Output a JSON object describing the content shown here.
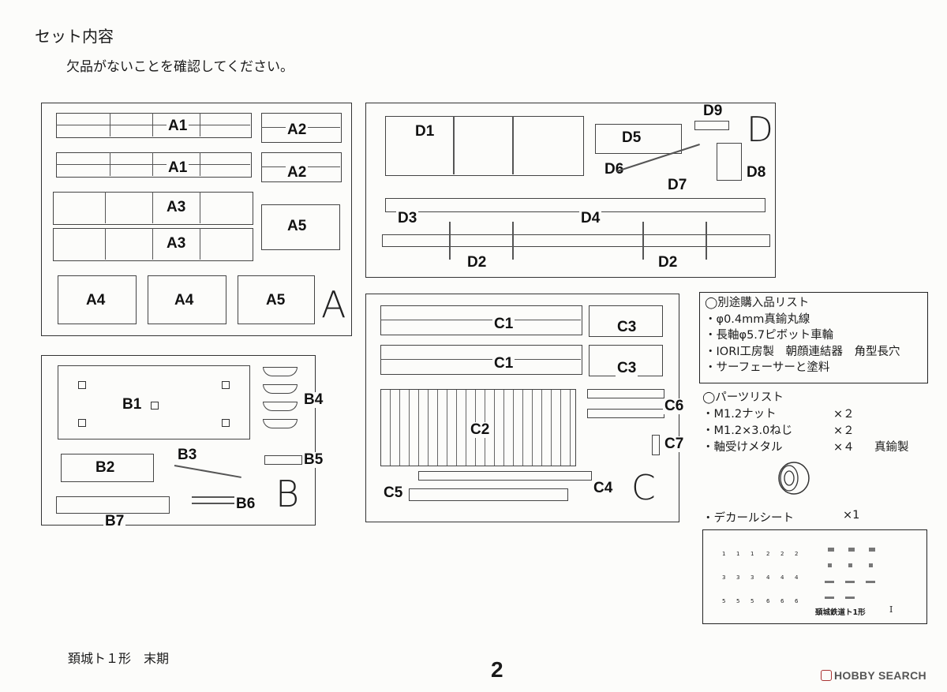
{
  "header": {
    "title": "セット内容",
    "subtitle": "欠品がないことを確認してください。"
  },
  "frames": {
    "A": {
      "letter": "A",
      "parts": [
        "A1",
        "A1",
        "A2",
        "A2",
        "A3",
        "A3",
        "A5",
        "A4",
        "A4",
        "A5"
      ]
    },
    "B": {
      "letter": "B",
      "parts": [
        "B1",
        "B4",
        "B2",
        "B3",
        "B5",
        "B6",
        "B7"
      ]
    },
    "C": {
      "letter": "C",
      "parts": [
        "C1",
        "C1",
        "C3",
        "C3",
        "C6",
        "C2",
        "C7",
        "C5",
        "C4"
      ]
    },
    "D": {
      "letter": "D",
      "parts": [
        "D9",
        "D1",
        "D5",
        "D8",
        "D6",
        "D7",
        "D3",
        "D4",
        "D2",
        "D2"
      ]
    }
  },
  "purchase_list": {
    "heading": "◯別途購入品リスト",
    "items": [
      "・φ0.4mm真鍮丸線",
      "・長軸φ5.7ピボット車輪",
      "・IORI工房製　朝顔連結器　角型長穴",
      "・サーフェーサーと塗料"
    ]
  },
  "parts_list": {
    "heading": "◯パーツリスト",
    "items": [
      {
        "name": "・M1.2ナット",
        "qty": "×２",
        "note": ""
      },
      {
        "name": "・M1.2×3.0ねじ",
        "qty": "×２",
        "note": ""
      },
      {
        "name": "・軸受けメタル",
        "qty": "×４",
        "note": "真鍮製"
      }
    ],
    "decal": {
      "name": "・デカールシート",
      "qty": "×1"
    }
  },
  "decal_sheet": {
    "row1": [
      "1",
      "1",
      "1",
      "2",
      "2",
      "2"
    ],
    "row2": [
      "3",
      "3",
      "3",
      "4",
      "4",
      "4"
    ],
    "row3": [
      "5",
      "5",
      "5",
      "6",
      "6",
      "6"
    ],
    "caption": "頚城鉄道ト1形",
    "mark": "I"
  },
  "footer": {
    "model_name": "頚城ト１形　末期",
    "page_number": "2"
  },
  "watermark": "HOBBY SEARCH"
}
